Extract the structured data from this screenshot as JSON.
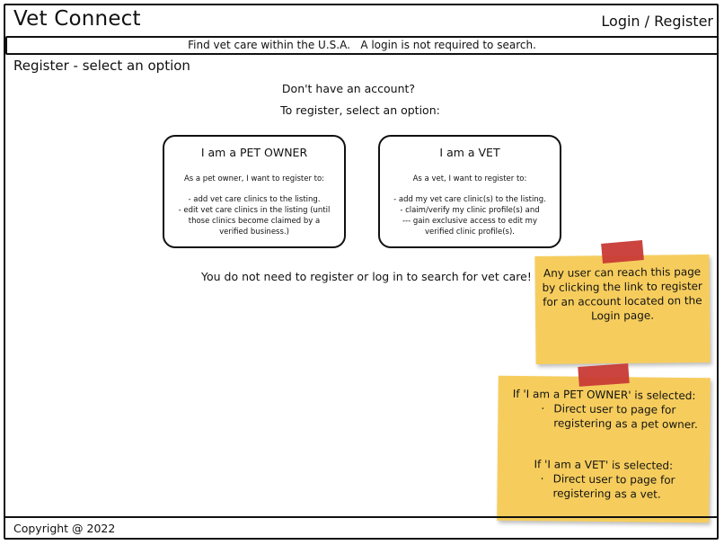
{
  "header": {
    "app_title": "Vet Connect",
    "login_register": "Login / Register"
  },
  "banner": {
    "text": "Find vet care within the U.S.A.   A login is not required to search."
  },
  "page": {
    "heading": "Register - select an option",
    "question": "Don't have an account?",
    "instruction": "To register, select an option:",
    "search_note": "You do not need to register or log in to search for vet care!"
  },
  "options": {
    "pet_owner": {
      "title": "I am a PET OWNER",
      "lead": "As a pet owner, I want to register to:",
      "lines": [
        "- add vet care clinics to the listing.",
        "- edit vet care clinics in the listing (until",
        "those clinics become claimed by a",
        "verified business.)"
      ]
    },
    "vet": {
      "title": "I am a VET",
      "lead": "As a vet, I want to register to:",
      "lines": [
        "- add my vet care clinic(s) to the listing.",
        "- claim/verify my clinic profile(s) and",
        "--- gain exclusive access to edit my",
        "verified clinic profile(s)."
      ]
    }
  },
  "notes": {
    "note1": [
      "Any user can reach this page",
      "by clicking the link to register",
      "for an account located on the",
      "Login page."
    ],
    "note2": {
      "owner_header": "If 'I am a PET OWNER' is selected:",
      "owner_bullet": "Direct user to page for registering as a pet owner.",
      "vet_header": "If 'I am a VET' is selected:",
      "vet_bullet": "Direct user to page for registering as a vet.",
      "bullet": "·"
    },
    "color": "#f6cd5d",
    "tape_color": "#c83a35"
  },
  "footer": {
    "copyright": "Copyright @ 2022"
  }
}
